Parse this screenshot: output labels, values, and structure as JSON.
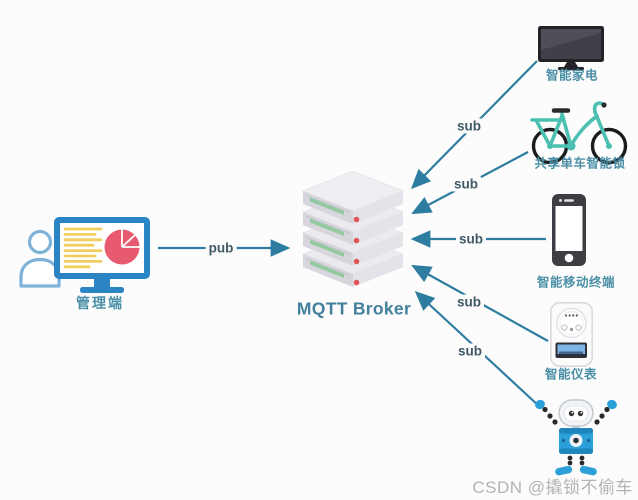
{
  "publisher": {
    "label": "管理端"
  },
  "broker": {
    "label": "MQTT Broker"
  },
  "edges": {
    "pub": "pub",
    "subs": [
      "sub",
      "sub",
      "sub",
      "sub",
      "sub"
    ]
  },
  "devices": [
    {
      "id": "smart-home-appliance",
      "label": "智能家电"
    },
    {
      "id": "shared-bike-smart-lock",
      "label": "共享单车智能锁"
    },
    {
      "id": "smart-mobile-terminal",
      "label": "智能移动终端"
    },
    {
      "id": "smart-meter",
      "label": "智能仪表"
    },
    {
      "id": "robot",
      "label": ""
    }
  ],
  "watermark": "CSDN @撬锁不偷车",
  "colors": {
    "arrow": "#2e7da0",
    "device_label": "#4a8fa6",
    "edge_text": "#3f5a66",
    "monitor_blue": "#2b85c4",
    "person_blue": "#7fb2d9",
    "pie_red": "#e85a70",
    "list_yellow": "#f0cf5e",
    "bike_teal": "#4cc0b0",
    "robot_blue": "#2b9fd8",
    "server_stripe_green": "#93c9a0",
    "server_dot_red": "#e25555",
    "watermark_gray": "#b3b3b3"
  }
}
